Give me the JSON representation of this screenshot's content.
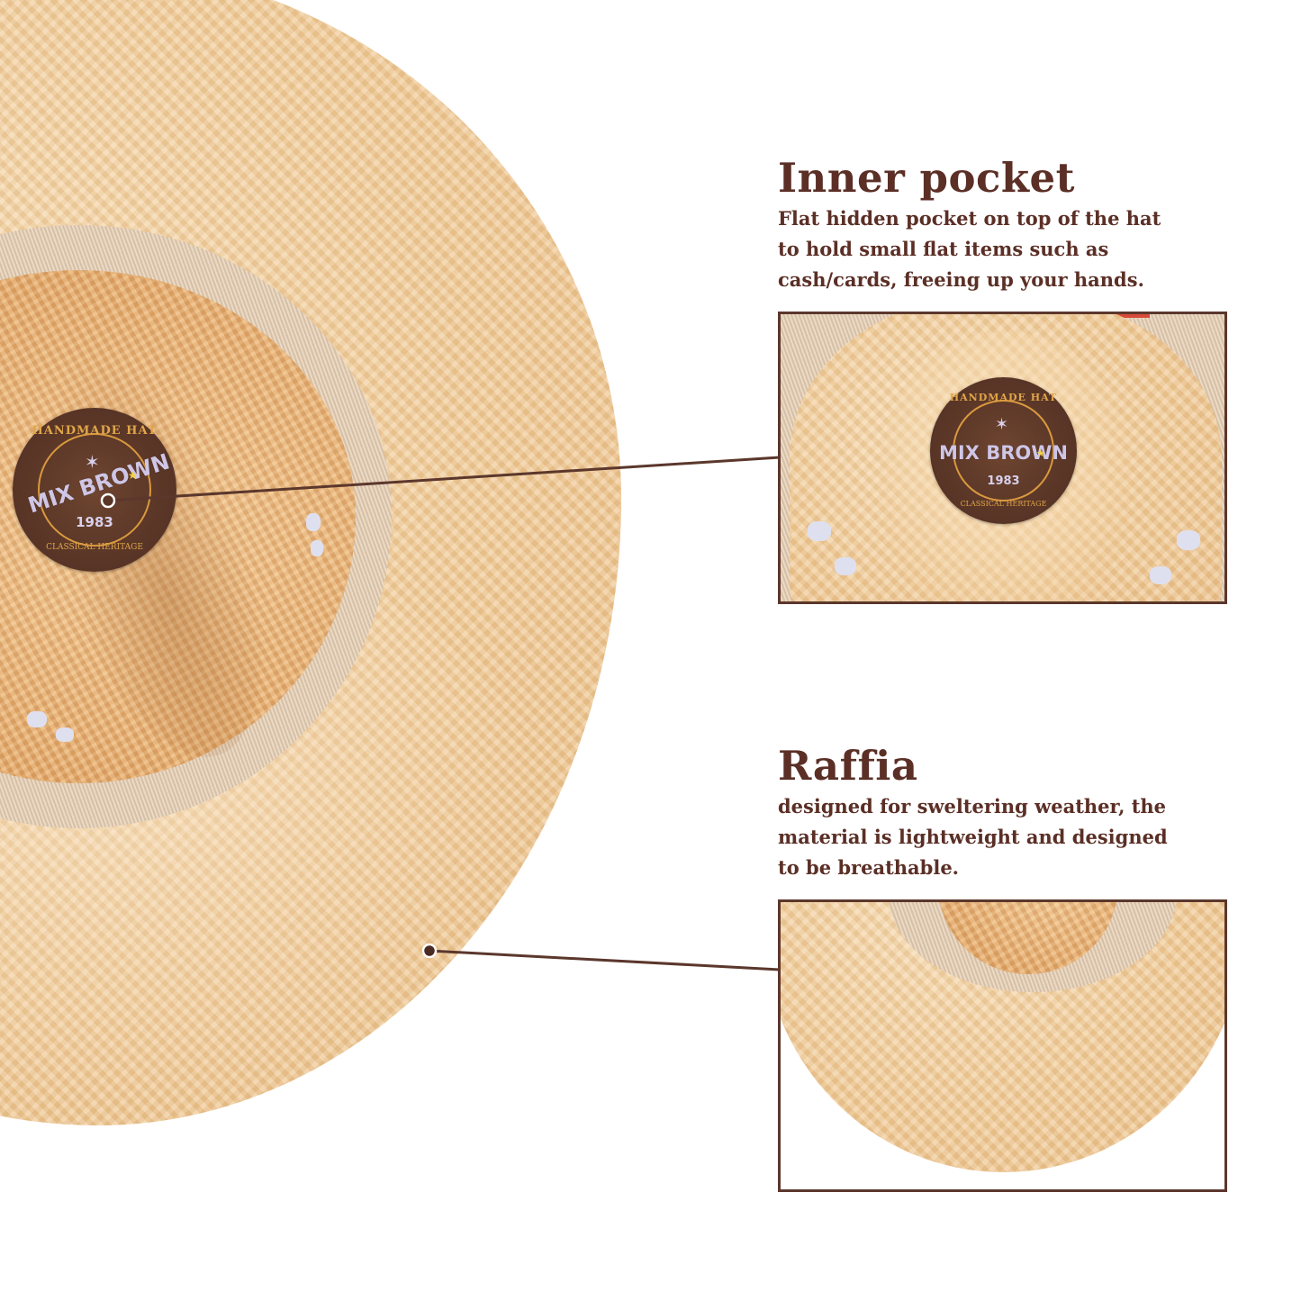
{
  "colors": {
    "text": "#5b2f26",
    "frame": "#5b372c",
    "connector": "#5b372c",
    "straw": "#f1cf9f",
    "band": "#e3cdb3",
    "patch": "#5a3627",
    "patch_gold": "#e0a64a",
    "patch_brand": "#cfc6e6"
  },
  "hat_label": {
    "top": "HANDMADE HAT",
    "brand": "MIX BROWN",
    "year": "1983",
    "bottom": "CLASSICAL HERITAGE"
  },
  "features": [
    {
      "title": "Inner pocket",
      "description_lines": [
        "Flat hidden pocket on top of the hat",
        "to hold small flat items such as",
        "cash/cards, freeing up your hands."
      ],
      "detail_image": "hat-crown-closeup-with-label"
    },
    {
      "title": "Raffia",
      "description_lines": [
        "designed for sweltering weather, the",
        "material is lightweight and designed",
        "to be breathable."
      ],
      "detail_image": "hat-brim-closeup"
    }
  ]
}
